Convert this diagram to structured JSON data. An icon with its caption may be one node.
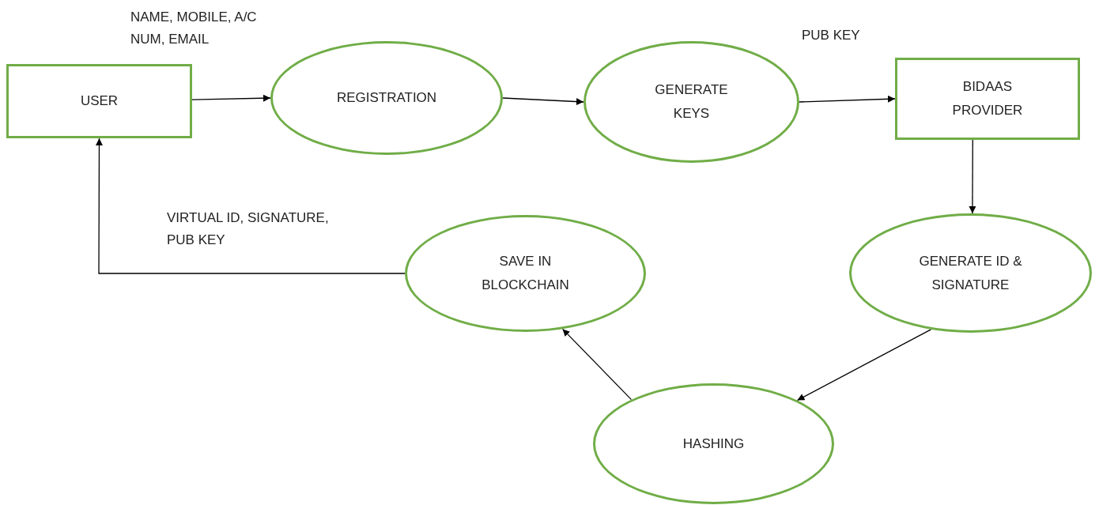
{
  "diagram": {
    "nodes": [
      {
        "text": [
          "USER"
        ]
      },
      {
        "text": [
          "REGISTRATION"
        ]
      },
      {
        "text": [
          "GENERATE KEYS"
        ]
      },
      {
        "text": [
          "BIDAAS PROVIDER"
        ]
      },
      {
        "text": [
          "GENERATE ID & SIGNATURE"
        ]
      },
      {
        "text": [
          "HASHING"
        ]
      },
      {
        "text": [
          "SAVE IN BLOCKCHAIN"
        ]
      }
    ],
    "edges": [
      {
        "from": 0,
        "to": 1,
        "arrow": "to",
        "label": "NAME, MOBILE, A/C NUM, EMAIL"
      },
      {
        "from": 1,
        "to": 2,
        "arrow": "to"
      },
      {
        "from": 2,
        "to": 3,
        "arrow": "to",
        "label": "PUB KEY"
      },
      {
        "from": 3,
        "to": 4,
        "arrow": "to"
      },
      {
        "from": 4,
        "to": 5,
        "arrow": "to"
      },
      {
        "from": 5,
        "to": 6,
        "arrow": "to"
      },
      {
        "from": 6,
        "to": 0,
        "arrow": "to",
        "label": "VIRTUAL ID, SIGNATURE, PUB KEY"
      }
    ]
  }
}
